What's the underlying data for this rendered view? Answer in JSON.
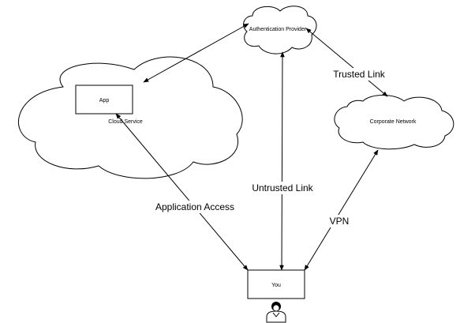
{
  "nodes": {
    "app": "App",
    "cloud_service": "Cloud Service",
    "auth_provider": "Authentication Provider",
    "corporate_network": "Corporate Network",
    "you": "You"
  },
  "edges": {
    "application_access": "Application Access",
    "untrusted_link": "Untrusted Link",
    "trusted_link": "Trusted Link",
    "vpn": "VPN"
  },
  "colors": {
    "vpn_label": "#66dd66",
    "stroke": "#000000"
  },
  "icons": {
    "user": "person-icon"
  }
}
